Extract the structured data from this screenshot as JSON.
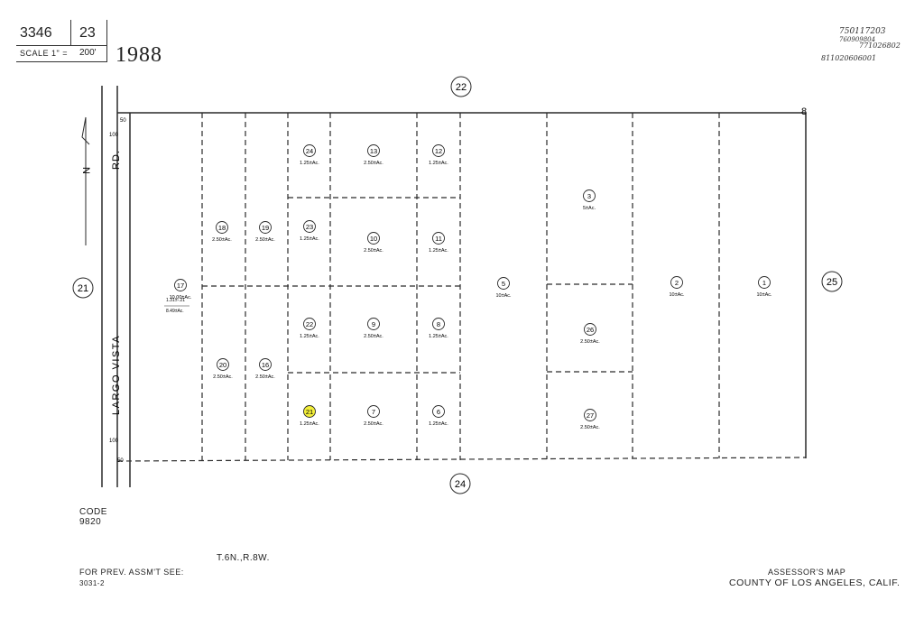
{
  "header": {
    "book": "3346",
    "page": "23",
    "scale_label": "SCALE 1\" =",
    "scale_value": "200'",
    "year": "1988"
  },
  "doc_refs": [
    "750117203",
    "760909804",
    "771026802",
    "811020606001"
  ],
  "adjacent_pages": {
    "north": "22",
    "south": "24",
    "west": "21",
    "east": "25"
  },
  "road_label": "LARGO VISTA RD.",
  "road_name_a": "LARGO VISTA",
  "road_name_b": "RD.",
  "corner_mark": "8",
  "dimensions": [
    "50",
    "100",
    "100",
    "50"
  ],
  "parcels": [
    {
      "num": "24",
      "area": "1.25±Ac.",
      "circled": true,
      "highlight": false
    },
    {
      "num": "13",
      "area": "2.50±Ac.",
      "circled": true,
      "highlight": false
    },
    {
      "num": "12",
      "area": "1.25±Ac.",
      "circled": true,
      "highlight": false
    },
    {
      "num": "3",
      "area": "5±Ac.",
      "circled": true,
      "highlight": false
    },
    {
      "num": "18",
      "area": "2.50±Ac.",
      "circled": true,
      "highlight": false
    },
    {
      "num": "19",
      "area": "2.50±Ac.",
      "circled": true,
      "highlight": false
    },
    {
      "num": "23",
      "area": "1.25±Ac.",
      "circled": true,
      "highlight": false
    },
    {
      "num": "10",
      "area": "2.50±Ac.",
      "circled": true,
      "highlight": false
    },
    {
      "num": "11",
      "area": "1.25±Ac.",
      "circled": true,
      "highlight": false
    },
    {
      "num": "17",
      "area": "10.00±Ac.",
      "circled": true,
      "highlight": false
    },
    {
      "num": "5",
      "area": "10±Ac.",
      "circled": true,
      "highlight": false
    },
    {
      "num": "2",
      "area": "10±Ac.",
      "circled": true,
      "highlight": false
    },
    {
      "num": "1",
      "area": "10±Ac.",
      "circled": true,
      "highlight": false
    },
    {
      "num": "22",
      "area": "1.25±Ac.",
      "circled": true,
      "highlight": false
    },
    {
      "num": "9",
      "area": "2.50±Ac.",
      "circled": true,
      "highlight": false
    },
    {
      "num": "8",
      "area": "1.25±Ac.",
      "circled": true,
      "highlight": false
    },
    {
      "num": "26",
      "area": "2.50±Ac.",
      "circled": true,
      "highlight": false
    },
    {
      "num": "20",
      "area": "2.50±Ac.",
      "circled": true,
      "highlight": false
    },
    {
      "num": "16",
      "area": "2.50±Ac.",
      "circled": true,
      "highlight": false
    },
    {
      "num": "21",
      "area": "1.25±Ac.",
      "circled": true,
      "highlight": true
    },
    {
      "num": "7",
      "area": "2.50±Ac.",
      "circled": true,
      "highlight": false
    },
    {
      "num": "6",
      "area": "1.25±Ac.",
      "circled": true,
      "highlight": false
    },
    {
      "num": "27",
      "area": "2.50±Ac.",
      "circled": true,
      "highlight": false
    }
  ],
  "parcel_17_extra": [
    "1.31±-.21",
    "8.49±Ac."
  ],
  "footer": {
    "code_label": "CODE",
    "code_value": "9820",
    "township": "T.6N.,R.8W.",
    "prev_label": "FOR PREV. ASSM'T SEE:",
    "prev_value": "3031-2",
    "map_title": "ASSESSOR'S MAP",
    "county": "COUNTY OF LOS ANGELES, CALIF."
  },
  "colors": {
    "ink": "#2a2a2a",
    "highlight": "#f3ef3a",
    "paper": "#ffffff"
  },
  "north_arrow": "N"
}
